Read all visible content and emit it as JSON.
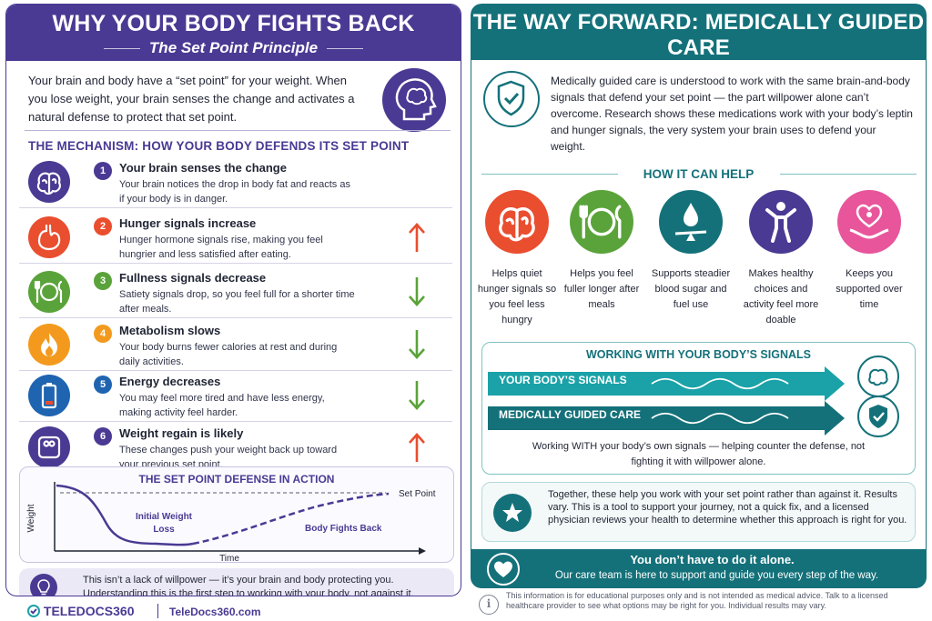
{
  "left": {
    "title": "WHY YOUR BODY FIGHTS BACK",
    "subtitle": "The Set Point Principle",
    "intro": "Your brain and body have a “set point” for your weight. When you lose weight, your brain senses the change and activates a natural defense to protect that set point.",
    "mechanism_title": "THE MECHANISM: HOW YOUR BODY DEFENDS ITS SET POINT",
    "steps": [
      {
        "num": "1",
        "title": "Your brain senses the change",
        "desc": "Your brain notices the drop in body fat and reacts as if your body is in danger.",
        "icon": "brain-icon",
        "color": "#4a3a93",
        "arrow": "none"
      },
      {
        "num": "2",
        "title": "Hunger signals increase",
        "desc": "Hunger hormone signals rise, making you feel hungrier and less satisfied after eating.",
        "icon": "stomach-icon",
        "color": "#e94e2f",
        "arrow": "up"
      },
      {
        "num": "3",
        "title": "Fullness signals decrease",
        "desc": "Satiety signals drop, so you feel full for a shorter time after meals.",
        "icon": "plate-icon",
        "color": "#5aa33a",
        "arrow": "down"
      },
      {
        "num": "4",
        "title": "Metabolism slows",
        "desc": "Your body burns fewer calories at rest and during daily activities.",
        "icon": "flame-icon",
        "color": "#f39a1e",
        "arrow": "down"
      },
      {
        "num": "5",
        "title": "Energy decreases",
        "desc": "You may feel more tired and have less energy, making activity feel harder.",
        "icon": "battery-icon",
        "color": "#1f64b0",
        "arrow": "down"
      },
      {
        "num": "6",
        "title": "Weight regain is likely",
        "desc": "These changes push your weight back up toward your previous set point.",
        "icon": "scale-icon",
        "color": "#4a3a93",
        "arrow": "up"
      }
    ],
    "graph": {
      "title": "THE SET POINT DEFENSE IN ACTION",
      "ylabel": "Weight",
      "xlabel": "Time",
      "set_point_label": "Set Point",
      "phase1": "Initial Weight Loss",
      "phase2": "Body Fights Back"
    },
    "note": "This isn’t a lack of willpower — it’s your brain and body protecting you. Understanding this is the first step to working with your body, not against it.",
    "brand": "TELEDOCS360",
    "brand_url": "TeleDocs360.com"
  },
  "right": {
    "title": "THE WAY FORWARD: MEDICALLY GUIDED CARE",
    "subtitle": "Helping You Work With Your Set Point",
    "intro": "Medically guided care is understood to work with the same brain-and-body signals that defend your set point — the part willpower alone can’t overcome. Research shows these medications work with your body’s leptin and hunger signals, the very system your brain uses to defend your weight.",
    "help_title": "HOW IT CAN HELP",
    "help_items": [
      {
        "label": "Helps quiet hunger signals so you feel less hungry",
        "icon": "brain-icon",
        "color": "#e94e2f"
      },
      {
        "label": "Helps you feel fuller longer after meals",
        "icon": "plate-icon",
        "color": "#5aa33a"
      },
      {
        "label": "Supports steadier blood sugar and fuel use",
        "icon": "drop-balance-icon",
        "color": "#14717a"
      },
      {
        "label": "Makes healthy choices and activity feel more doable",
        "icon": "person-icon",
        "color": "#4a3a93"
      },
      {
        "label": "Keeps you supported over time",
        "icon": "heart-hand-icon",
        "color": "#e8559b"
      }
    ],
    "signals": {
      "title": "WORKING WITH YOUR BODY’S SIGNALS",
      "bar1": "YOUR BODY’S SIGNALS",
      "bar2": "MEDICALLY GUIDED CARE",
      "caption": "Working WITH your body’s own signals — helping counter the defense, not fighting it with willpower alone."
    },
    "together": "Together, these help you work with your set point rather than against it. Results vary. This is a tool to support your journey, not a quick fix, and a licensed physician reviews your health to determine whether this approach is right for you.",
    "alone_title": "You don’t have to do it alone.",
    "alone_sub": "Our care team is here to support and guide you every step of the way.",
    "disclaimer": "This information is for educational purposes only and is not intended as medical advice. Talk to a licensed healthcare provider to see what options may be right for you. Individual results may vary."
  }
}
